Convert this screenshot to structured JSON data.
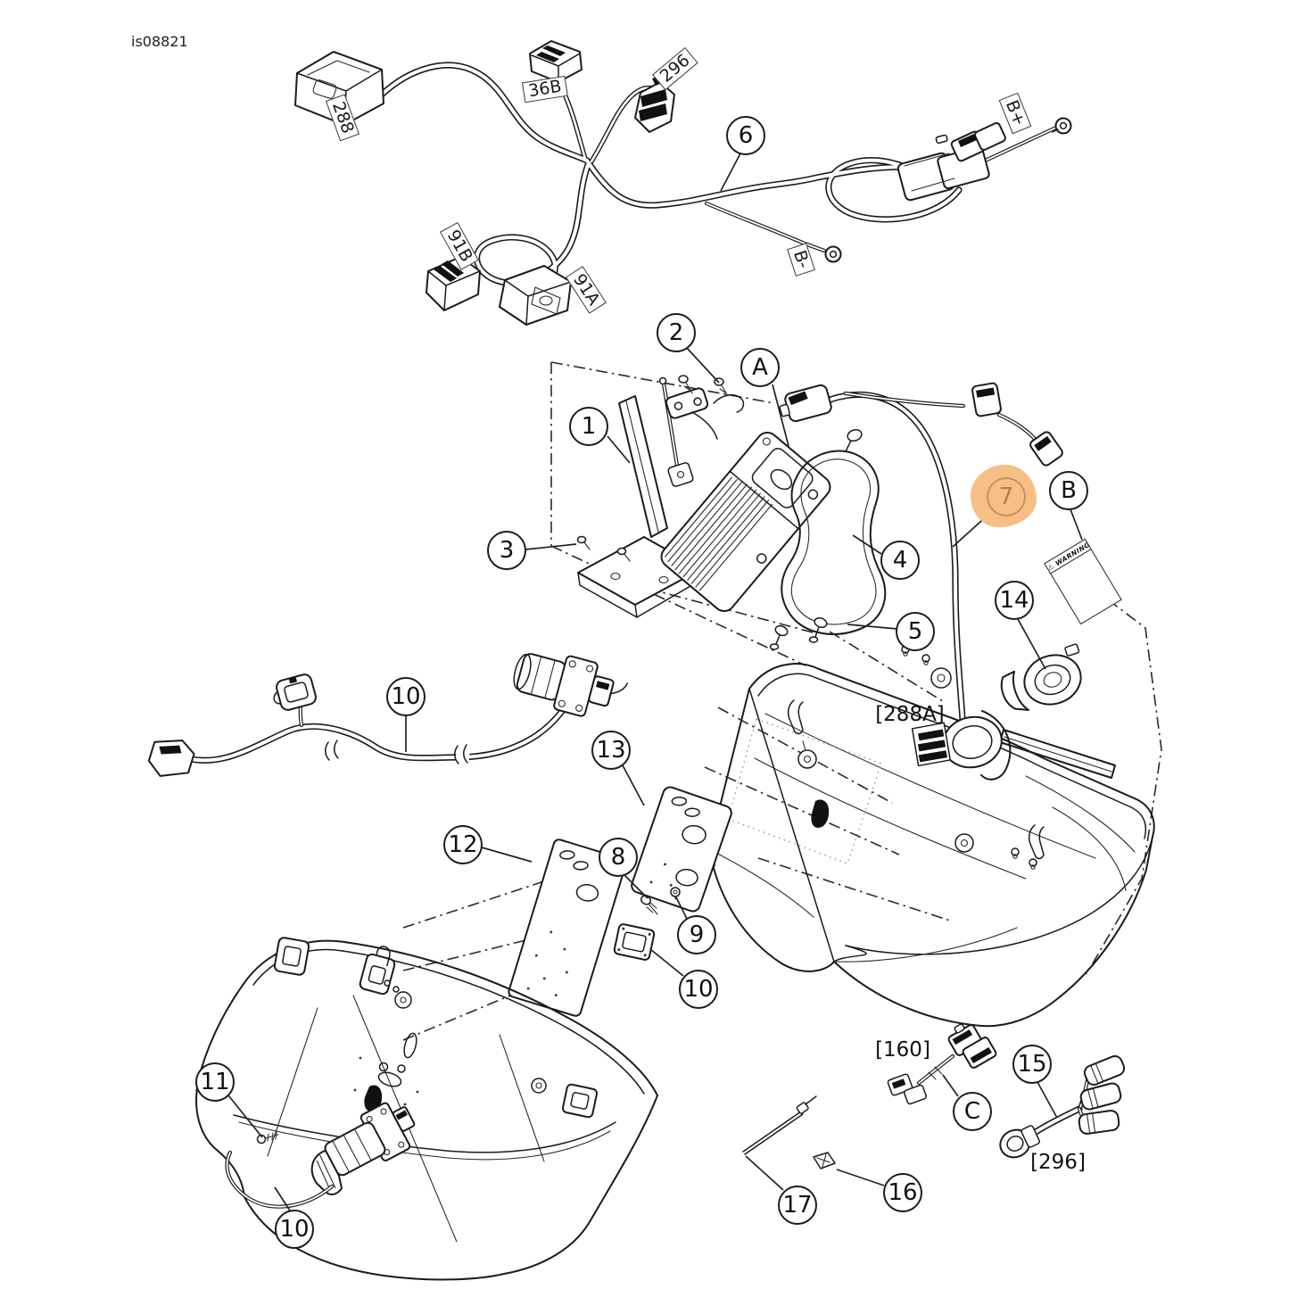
{
  "figure": {
    "id": "is08821"
  },
  "highlight": {
    "fill": "#F7BE85",
    "ring": "#C2955F",
    "text": "#AD8248",
    "selected_callout": "7"
  },
  "callouts": {
    "n1": "1",
    "n2": "2",
    "n3": "3",
    "n4": "4",
    "n5": "5",
    "n6": "6",
    "n7": "7",
    "n8": "8",
    "n9": "9",
    "n10a": "10",
    "n10b": "10",
    "n10c": "10",
    "n11": "11",
    "n12": "12",
    "n13": "13",
    "n14": "14",
    "n15": "15",
    "n16": "16",
    "n17": "17",
    "A": "A",
    "B": "B",
    "C": "C"
  },
  "wire_labels": {
    "w288": "288",
    "w36B": "36B",
    "w296": "296",
    "wBplus": "B+",
    "wBminus": "B-",
    "w91B": "91B",
    "w91A": "91A"
  },
  "ref_labels": {
    "r288A": "[288A]",
    "r160": "[160]",
    "r296": "[296]"
  },
  "warning_label": {
    "text": "⚠ WARNING"
  }
}
